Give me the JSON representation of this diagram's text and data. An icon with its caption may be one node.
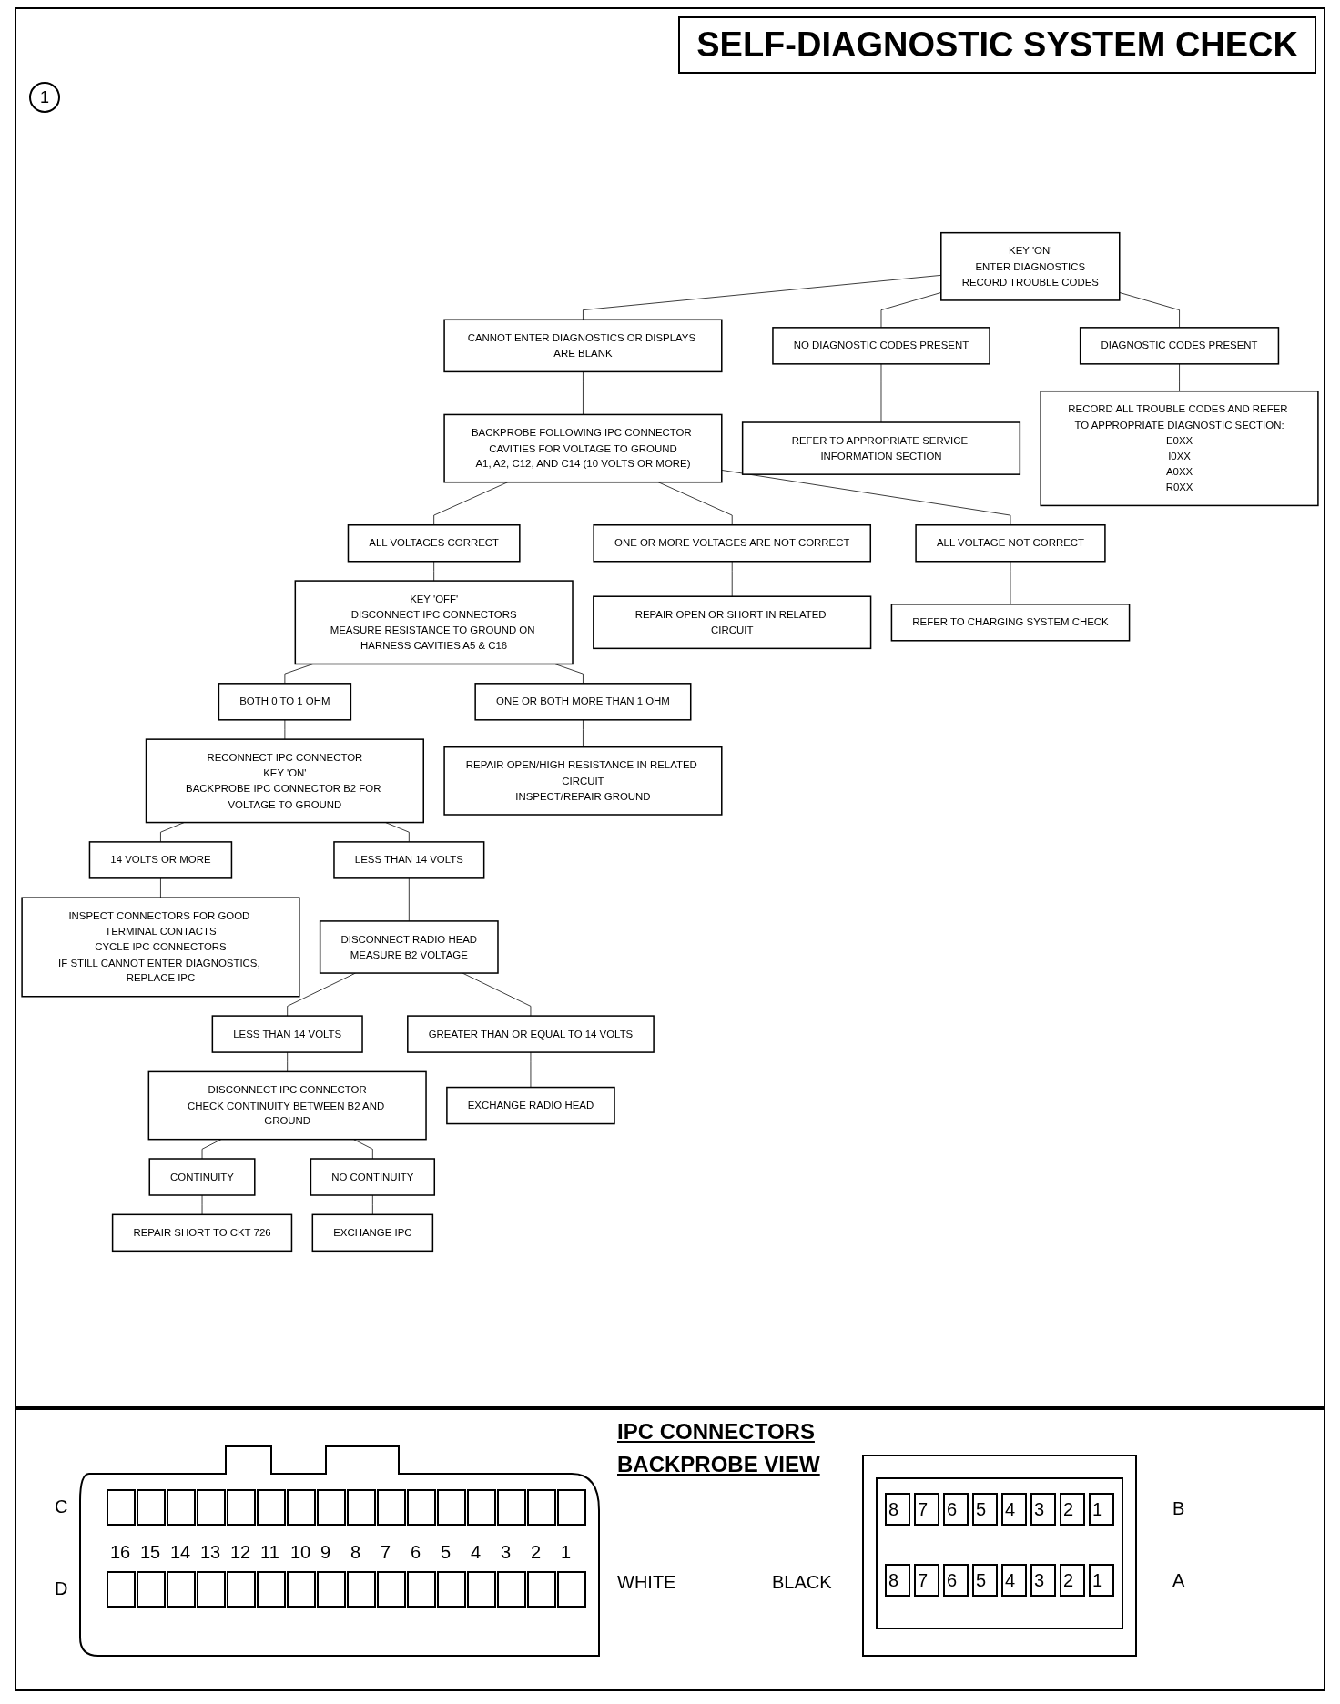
{
  "diagram": {
    "title": "SELF-DIAGNOSTIC SYSTEM CHECK",
    "nodes": [
      {
        "text": [
          "KEY 'ON'",
          "ENTER DIAGNOSTICS",
          "RECORD TROUBLE CODES"
        ]
      },
      {
        "text": [
          "CANNOT ENTER DIAGNOSTICS OR DISPLAYS ARE BLANK"
        ]
      },
      {
        "text": [
          "NO DIAGNOSTIC CODES PRESENT"
        ]
      },
      {
        "text": [
          "DIAGNOSTIC CODES PRESENT"
        ]
      },
      {
        "text": [
          "BACKPROBE FOLLOWING IPC CONNECTOR CAVITIES FOR VOLTAGE TO GROUND",
          "A1, A2, C12, AND C14 (10 VOLTS OR MORE)"
        ]
      },
      {
        "text": [
          "REFER TO APPROPRIATE SERVICE INFORMATION SECTION"
        ]
      },
      {
        "text": [
          "RECORD ALL TROUBLE CODES AND REFER TO APPROPRIATE DIAGNOSTIC SECTION:",
          "E0XX",
          "I0XX",
          "A0XX",
          "R0XX"
        ]
      },
      {
        "text": [
          "ALL VOLTAGES CORRECT"
        ]
      },
      {
        "text": [
          "ONE OR MORE VOLTAGES ARE NOT CORRECT"
        ]
      },
      {
        "text": [
          "ALL VOLTAGE NOT CORRECT"
        ]
      },
      {
        "text": [
          "KEY 'OFF'",
          "DISCONNECT IPC CONNECTORS",
          "MEASURE RESISTANCE TO GROUND ON HARNESS CAVITIES A5 & C16"
        ]
      },
      {
        "text": [
          "REPAIR OPEN OR SHORT IN RELATED CIRCUIT"
        ]
      },
      {
        "text": [
          "REFER TO CHARGING SYSTEM CHECK"
        ]
      },
      {
        "text": [
          "BOTH 0 TO 1 OHM"
        ]
      },
      {
        "text": [
          "ONE OR BOTH MORE THAN 1 OHM"
        ]
      },
      {
        "text": [
          "RECONNECT IPC CONNECTOR",
          "KEY 'ON'",
          "BACKPROBE IPC CONNECTOR B2 FOR VOLTAGE TO GROUND"
        ]
      },
      {
        "text": [
          "REPAIR OPEN/HIGH RESISTANCE IN RELATED CIRCUIT",
          "INSPECT/REPAIR GROUND"
        ]
      },
      {
        "text": [
          "14 VOLTS OR MORE"
        ]
      },
      {
        "text": [
          "LESS THAN 14 VOLTS"
        ]
      },
      {
        "text": [
          "INSPECT CONNECTORS FOR GOOD TERMINAL CONTACTS",
          "CYCLE IPC CONNECTORS",
          "IF STILL CANNOT ENTER DIAGNOSTICS, REPLACE IPC"
        ]
      },
      {
        "text": [
          "DISCONNECT RADIO HEAD",
          "MEASURE B2 VOLTAGE"
        ]
      },
      {
        "text": [
          "LESS THAN 14 VOLTS"
        ]
      },
      {
        "text": [
          "GREATER THAN OR EQUAL TO 14 VOLTS"
        ]
      },
      {
        "text": [
          "DISCONNECT IPC CONNECTOR",
          "CHECK CONTINUITY BETWEEN B2 AND GROUND"
        ]
      },
      {
        "text": [
          "EXCHANGE RADIO HEAD"
        ]
      },
      {
        "text": [
          "CONTINUITY"
        ]
      },
      {
        "text": [
          "NO CONTINUITY"
        ]
      },
      {
        "text": [
          "REPAIR SHORT TO CKT 726"
        ]
      },
      {
        "text": [
          "EXCHANGE IPC"
        ]
      }
    ],
    "edges": [
      {
        "from": 0,
        "to": 1,
        "arrow": "none"
      },
      {
        "from": 0,
        "to": 2,
        "arrow": "none"
      },
      {
        "from": 0,
        "to": 3,
        "arrow": "none"
      },
      {
        "from": 1,
        "to": 4,
        "arrow": "none"
      },
      {
        "from": 2,
        "to": 5,
        "arrow": "none"
      },
      {
        "from": 3,
        "to": 6,
        "arrow": "none"
      },
      {
        "from": 4,
        "to": 7,
        "arrow": "none"
      },
      {
        "from": 4,
        "to": 8,
        "arrow": "none"
      },
      {
        "from": 4,
        "to": 9,
        "arrow": "none"
      },
      {
        "from": 7,
        "to": 10,
        "arrow": "none"
      },
      {
        "from": 8,
        "to": 11,
        "arrow": "none"
      },
      {
        "from": 9,
        "to": 12,
        "arrow": "none"
      },
      {
        "from": 10,
        "to": 13,
        "arrow": "none"
      },
      {
        "from": 10,
        "to": 14,
        "arrow": "none"
      },
      {
        "from": 13,
        "to": 15,
        "arrow": "none"
      },
      {
        "from": 14,
        "to": 16,
        "arrow": "none"
      },
      {
        "from": 15,
        "to": 17,
        "arrow": "none"
      },
      {
        "from": 15,
        "to": 18,
        "arrow": "none"
      },
      {
        "from": 17,
        "to": 19,
        "arrow": "none"
      },
      {
        "from": 18,
        "to": 20,
        "arrow": "none"
      },
      {
        "from": 20,
        "to": 21,
        "arrow": "none"
      },
      {
        "from": 20,
        "to": 22,
        "arrow": "none"
      },
      {
        "from": 21,
        "to": 23,
        "arrow": "none"
      },
      {
        "from": 22,
        "to": 24,
        "arrow": "none"
      },
      {
        "from": 23,
        "to": 25,
        "arrow": "none"
      },
      {
        "from": 23,
        "to": 26,
        "arrow": "none"
      },
      {
        "from": 25,
        "to": 27,
        "arrow": "none"
      },
      {
        "from": 26,
        "to": 28,
        "arrow": "none"
      }
    ],
    "labels": [
      "1",
      "IPC CONNECTORS",
      "BACKPROBE VIEW",
      "C",
      "8",
      "7",
      "6",
      "5",
      "4",
      "3",
      "2",
      "1",
      "B",
      "16",
      "15",
      "14",
      "13",
      "12",
      "11",
      "10",
      "9",
      "8",
      "7",
      "6",
      "5",
      "4",
      "3",
      "2",
      "1",
      "WHITE",
      "BLACK",
      "8",
      "7",
      "6",
      "5",
      "4",
      "3",
      "2",
      "1",
      "A",
      "D"
    ]
  }
}
